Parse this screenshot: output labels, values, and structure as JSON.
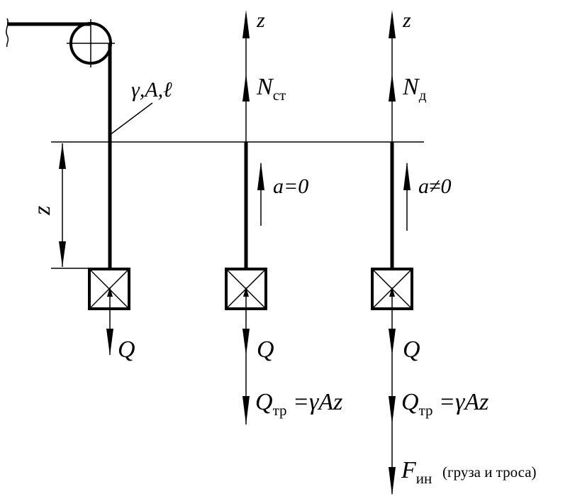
{
  "labels": {
    "rope_params": "γ,A,ℓ",
    "z_dimension": "z",
    "axis_z_middle": "z",
    "axis_z_right": "z",
    "n_middle": "N",
    "n_middle_sub": "ст",
    "n_right": "N",
    "n_right_sub": "д",
    "accel_zero": "a=0",
    "accel_nonzero": "a≠0",
    "q_left": "Q",
    "q_middle": "Q",
    "q_right": "Q",
    "qtr_middle_main": "Q",
    "qtr_middle_sub": "тр",
    "qtr_middle_rest": " =γAz",
    "qtr_right_main": "Q",
    "qtr_right_sub": "тр",
    "qtr_right_rest": " =γAz",
    "f_inertia_main": "F",
    "f_inertia_sub": "ин",
    "f_inertia_note": "(груза и троса)"
  }
}
